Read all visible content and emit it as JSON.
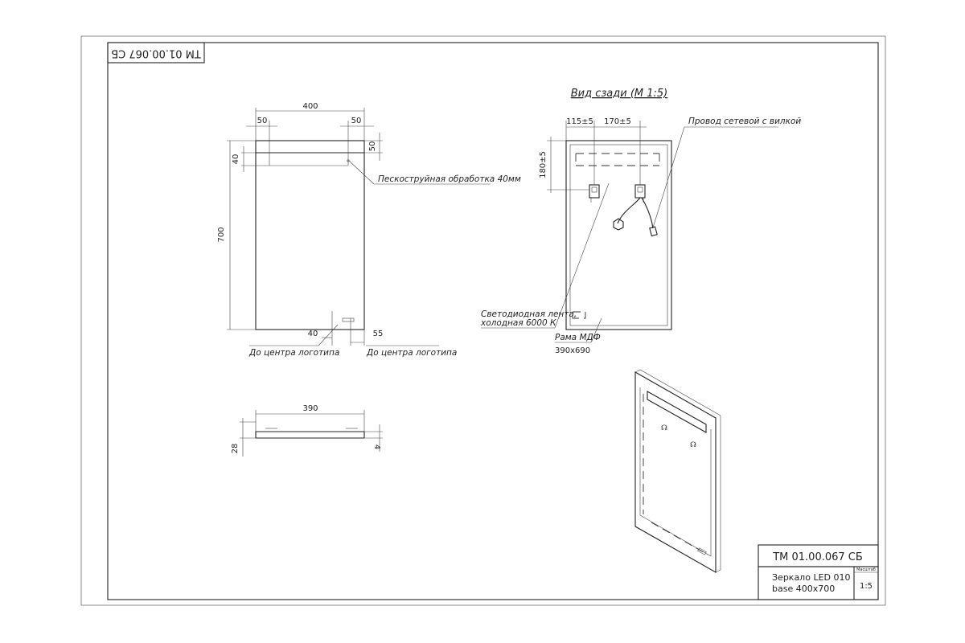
{
  "drawing_code": "ТМ 01.00.067 СБ",
  "view_title": "Вид сзади (М 1:5)",
  "front": {
    "width": "400",
    "margin_left": "50",
    "margin_right": "50",
    "band_right": "50",
    "band_left": "40",
    "height": "700",
    "logo_offset_left": "40",
    "logo_offset_right": "55",
    "logo_note": "До центра логотипа",
    "sandblast_note": "Пескоструйная обработка 40мм"
  },
  "side": {
    "width": "390",
    "thickness_total": "28",
    "thickness_glass": "4"
  },
  "back": {
    "dim_left": "115±5",
    "dim_between": "170±5",
    "dim_top": "180±5",
    "cable_note": "Провод сетевой с вилкой",
    "led_note_1": "Светодиодная лента,",
    "led_note_2": "холодная 6000 К",
    "frame_note": "Рама МДФ",
    "frame_size": "390x690"
  },
  "title_block": {
    "code": "ТМ 01.00.067 СБ",
    "name_1": "Зеркало LED 010",
    "name_2": "base 400x700",
    "scale_label": "Масштаб",
    "scale_value": "1:5"
  }
}
